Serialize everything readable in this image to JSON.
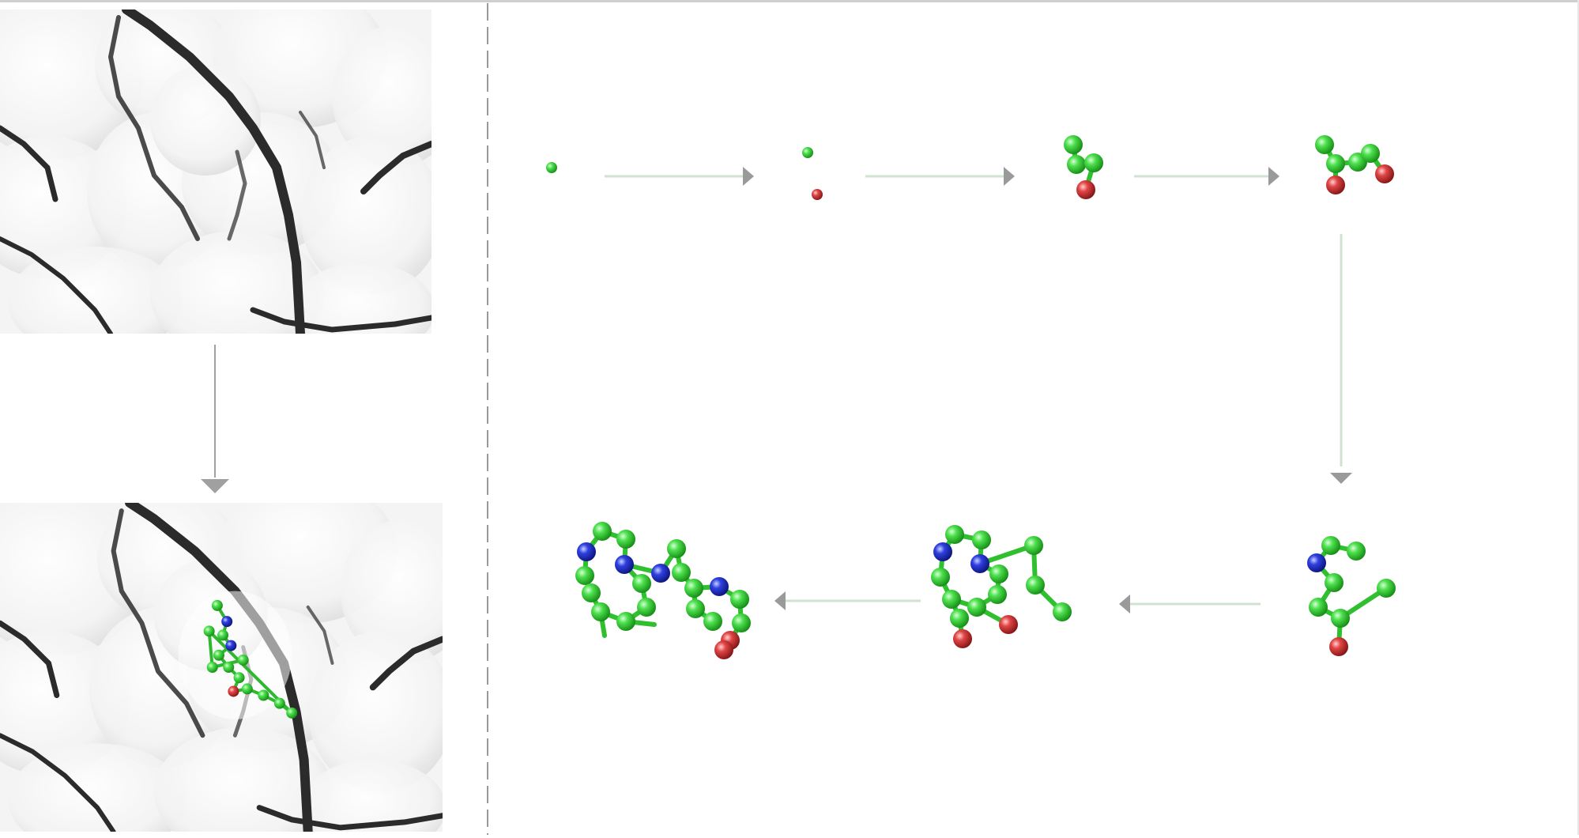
{
  "diagram": {
    "left_panel": {
      "top_image": {
        "kind": "protein-surface",
        "ligand_present": false
      },
      "bottom_image": {
        "kind": "protein-surface",
        "ligand_present": true
      }
    },
    "growth_steps": [
      {
        "step": 1,
        "atoms": [
          "C"
        ]
      },
      {
        "step": 2,
        "atoms": [
          "C",
          "O"
        ]
      },
      {
        "step": 3,
        "atoms": [
          "C",
          "C",
          "C",
          "O"
        ]
      },
      {
        "step": 4,
        "atoms": [
          "C",
          "C",
          "C",
          "C",
          "O",
          "O"
        ]
      },
      {
        "step": 5,
        "atoms": [
          "N",
          "C",
          "C",
          "C",
          "C",
          "C",
          "O",
          "C"
        ]
      },
      {
        "step": 6,
        "atoms": [
          "N",
          "N",
          "C",
          "C",
          "C",
          "C",
          "C",
          "C",
          "C",
          "C",
          "C",
          "C",
          "C",
          "O",
          "O"
        ]
      },
      {
        "step": 7,
        "atoms": [
          "N",
          "N",
          "N",
          "N",
          "C",
          "C",
          "C",
          "C",
          "C",
          "C",
          "C",
          "C",
          "C",
          "C",
          "C",
          "C",
          "C",
          "C",
          "C",
          "O",
          "O"
        ]
      }
    ],
    "colors": {
      "carbon": "#3fd13f",
      "nitrogen": "#2233cc",
      "oxygen": "#d23a3a",
      "surface": "#f4f4f4",
      "crevice": "#2b2b2b",
      "arrow": "#9a9a9a",
      "divider": "#9a9a9a"
    }
  }
}
